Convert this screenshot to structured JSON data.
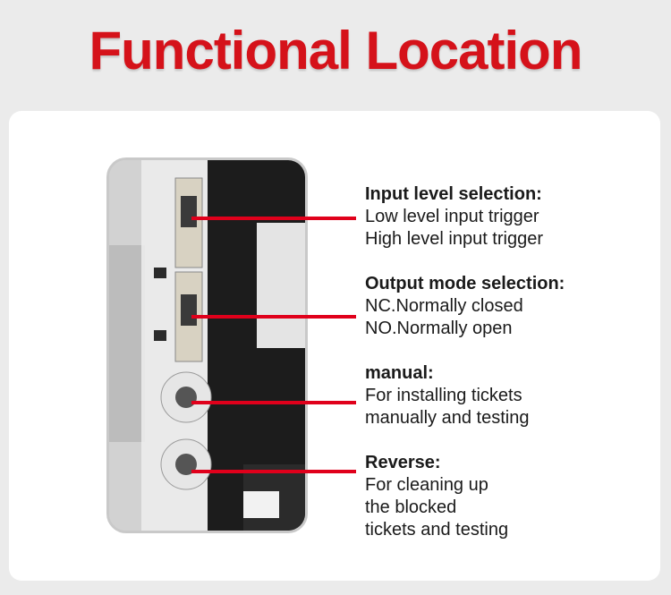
{
  "page": {
    "title": "Functional Location",
    "accent_color": "#d5121a"
  },
  "labels": [
    {
      "heading": "Input level selection:",
      "lines": [
        "Low level input trigger",
        "High level input trigger"
      ]
    },
    {
      "heading": "Output mode selection:",
      "lines": [
        "NC.Normally closed",
        "NO.Normally open"
      ]
    },
    {
      "heading": "manual:",
      "lines": [
        "For installing tickets",
        "manually and testing"
      ]
    },
    {
      "heading": "Reverse:",
      "lines": [
        "For cleaning up",
        "the blocked",
        "tickets and testing"
      ]
    }
  ]
}
